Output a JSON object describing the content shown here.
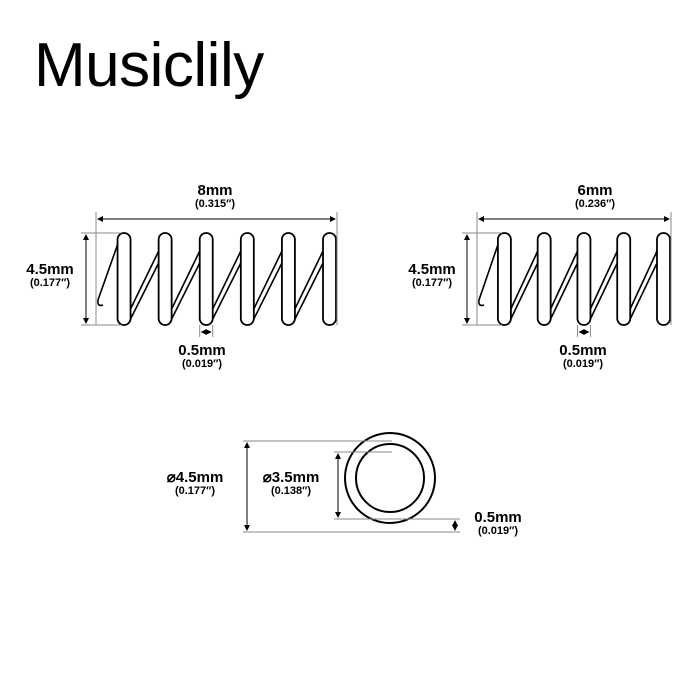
{
  "brand": "Musiclily",
  "spring_long": {
    "length": {
      "mm": "8mm",
      "inch": "(0.315″)"
    },
    "height": {
      "mm": "4.5mm",
      "inch": "(0.177″)"
    },
    "wire": {
      "mm": "0.5mm",
      "inch": "(0.019″)"
    },
    "coils": 6
  },
  "spring_short": {
    "length": {
      "mm": "6mm",
      "inch": "(0.236″)"
    },
    "height": {
      "mm": "4.5mm",
      "inch": "(0.177″)"
    },
    "wire": {
      "mm": "0.5mm",
      "inch": "(0.019″)"
    },
    "coils": 5
  },
  "ring": {
    "outer": {
      "mm": "⌀4.5mm",
      "inch": "(0.177″)"
    },
    "inner": {
      "mm": "⌀3.5mm",
      "inch": "(0.138″)"
    },
    "wire": {
      "mm": "0.5mm",
      "inch": "(0.019″)"
    }
  }
}
